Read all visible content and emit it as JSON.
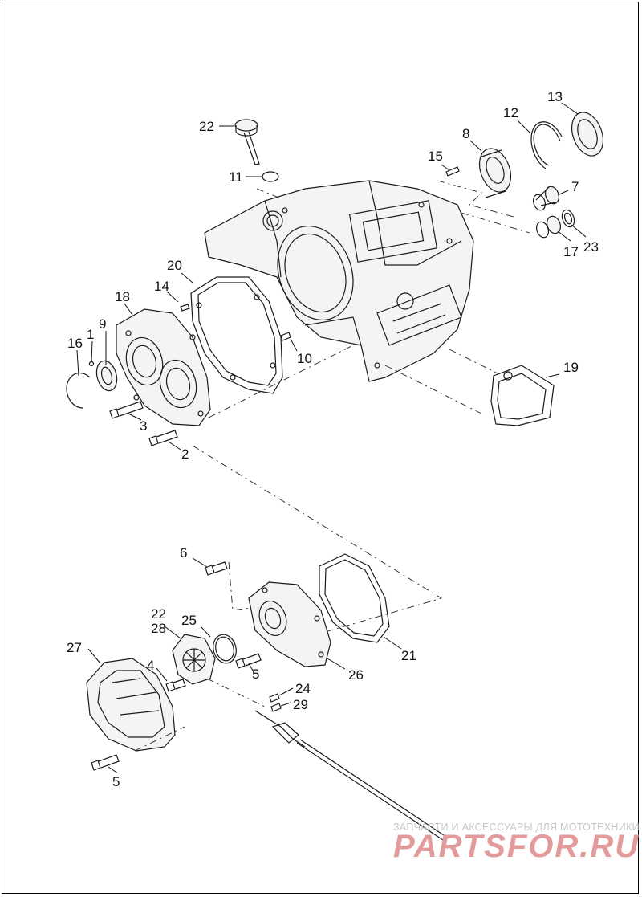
{
  "callouts": {
    "c1": "1",
    "c2": "2",
    "c3": "3",
    "c4": "4",
    "c5a": "5",
    "c5b": "5",
    "c6": "6",
    "c7": "7",
    "c8": "8",
    "c9": "9",
    "c10": "10",
    "c11": "11",
    "c12": "12",
    "c13": "13",
    "c14": "14",
    "c15": "15",
    "c16": "16",
    "c17": "17",
    "c18": "18",
    "c19": "19",
    "c20": "20",
    "c21": "21",
    "c22a": "22",
    "c22b": "22",
    "c23": "23",
    "c24": "24",
    "c25": "25",
    "c26": "26",
    "c27": "27",
    "c28": "28",
    "c29": "29"
  },
  "watermark": {
    "tagline": "ЗАПЧАСТИ И АКСЕССУАРЫ ДЛЯ МОТОТЕХНИКИ",
    "brand": "PARTSFOR.RU"
  }
}
